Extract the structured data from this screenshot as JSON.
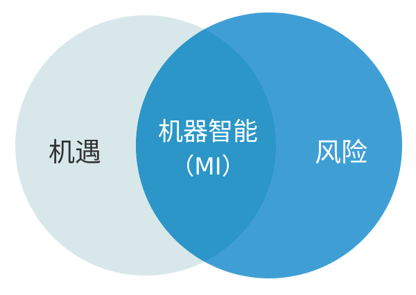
{
  "diagram": {
    "left_circle": {
      "label": "机遇",
      "fill": "#d8e8ea",
      "text_color": "#333333"
    },
    "right_circle": {
      "label": "风险",
      "fill": "#3f9fd5",
      "text_color": "#ffffff"
    },
    "intersection": {
      "label_line1": "机器智能",
      "label_line2": "（MI）",
      "fill": "#2b96c7",
      "text_color": "#ffffff"
    }
  }
}
